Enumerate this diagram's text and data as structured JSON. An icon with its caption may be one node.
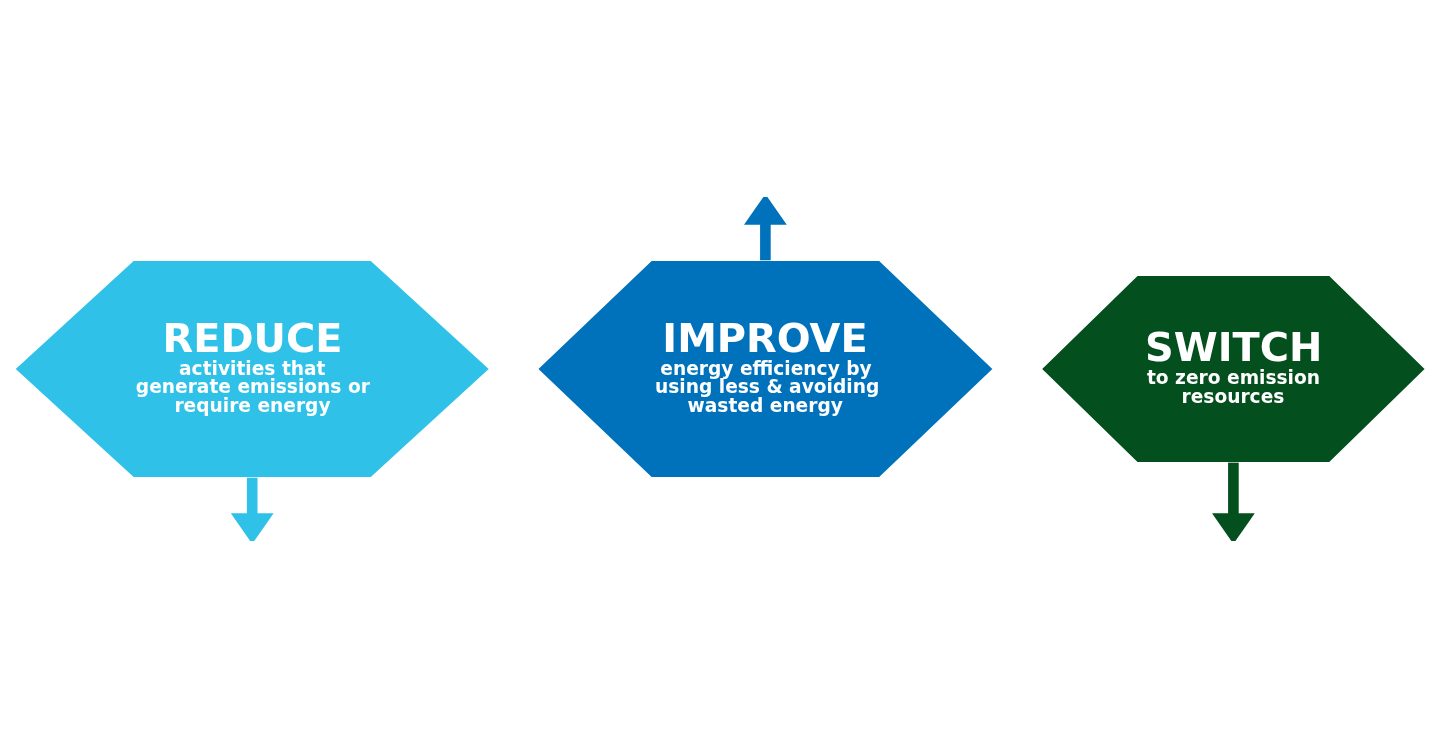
{
  "diagram": {
    "nodes": [
      {
        "text": [
          "REDUCE",
          "activities that generate emissions or require energy"
        ]
      },
      {
        "text": [
          "IMPROVE",
          "energy efficiency by using less & avoiding wasted energy"
        ]
      },
      {
        "text": [
          "SWITCH",
          "to zero emission resources"
        ]
      }
    ],
    "edges": [
      {
        "from": 0,
        "to": null,
        "arrow": "to",
        "color": "#2fc1e8"
      },
      {
        "from": 1,
        "to": null,
        "arrow": "to",
        "color": "#0072bc"
      },
      {
        "from": 2,
        "to": null,
        "arrow": "to",
        "color": "#044f1e"
      }
    ]
  }
}
